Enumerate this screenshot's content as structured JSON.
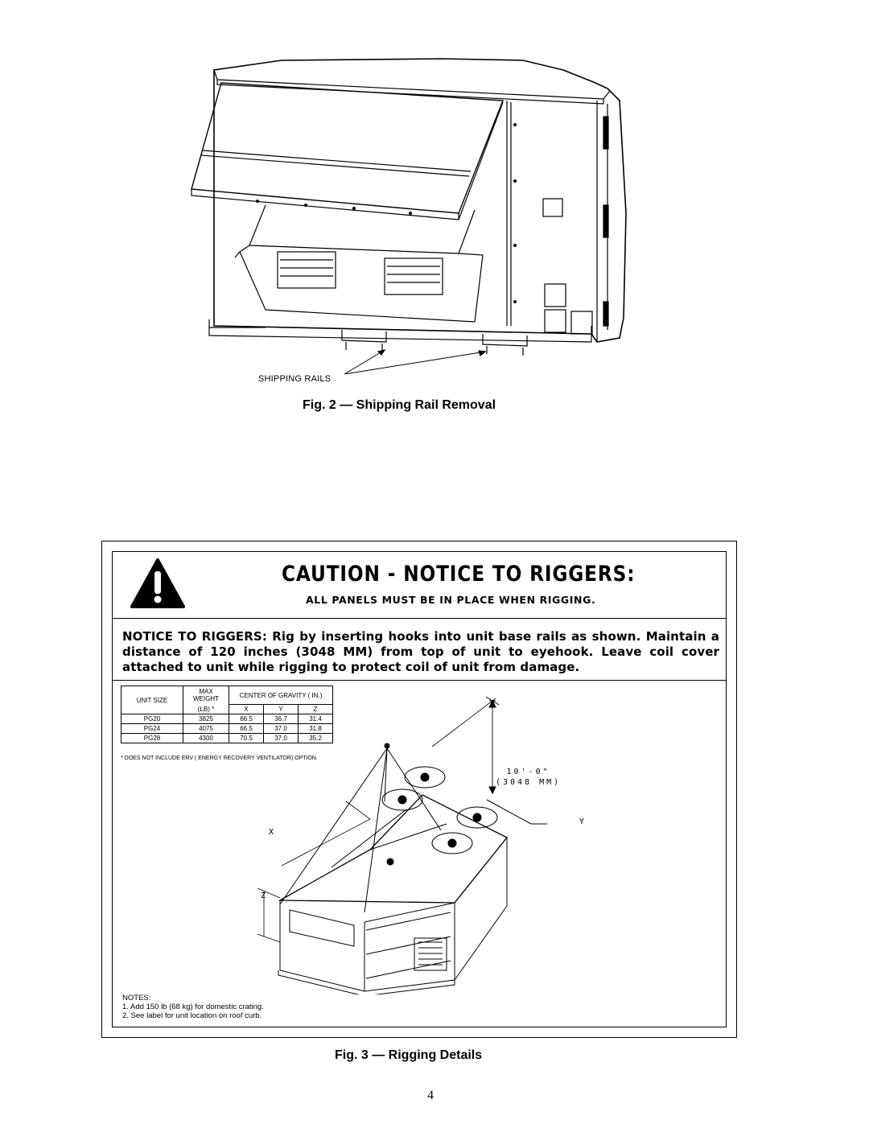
{
  "figure2": {
    "callout": "SHIPPING RAILS",
    "caption": "Fig. 2 — Shipping Rail Removal"
  },
  "figure3": {
    "caption": "Fig. 3 — Rigging Details",
    "caution_title": "CAUTION - NOTICE TO RIGGERS:",
    "caution_subtitle": "ALL PANELS MUST BE IN PLACE WHEN RIGGING.",
    "notice": "NOTICE TO RIGGERS: Rig by inserting hooks into unit base rails as shown. Maintain a distance of 120 inches (3048 MM) from top of unit to eyehook. Leave coil cover attached to unit while rigging to protect coil of unit from damage.",
    "table": {
      "col_unit_size": "UNIT SIZE",
      "col_max": "MAX",
      "col_weight": "WEIGHT",
      "col_lb": "(LB) *",
      "col_cg": "CENTER OF GRAVITY ( IN.)",
      "col_x": "X",
      "col_y": "Y",
      "col_z": "Z",
      "rows": [
        {
          "unit": "PG20",
          "weight": "3825",
          "x": "66.5",
          "y": "36.7",
          "z": "31.4"
        },
        {
          "unit": "PG24",
          "weight": "4075",
          "x": "66.5",
          "y": "37.0",
          "z": "31.8"
        },
        {
          "unit": "PG28",
          "weight": "4300",
          "x": "70.5",
          "y": "37.0",
          "z": "35.2"
        }
      ],
      "footnote": "* DOES NOT INCLUDE ERV ( ENERGY RECOVERY VENTILATOR) OPTION."
    },
    "dimension_ft": "10'-0\"",
    "dimension_mm": "(3048 MM)",
    "label_x": "X",
    "label_y": "Y",
    "label_z": "Z",
    "notes_heading": "NOTES:",
    "note_1": "1. Add 150 lb (68 kg) for domestic crating.",
    "note_2": "2. See label for unit location on roof curb."
  },
  "page_number": "4"
}
